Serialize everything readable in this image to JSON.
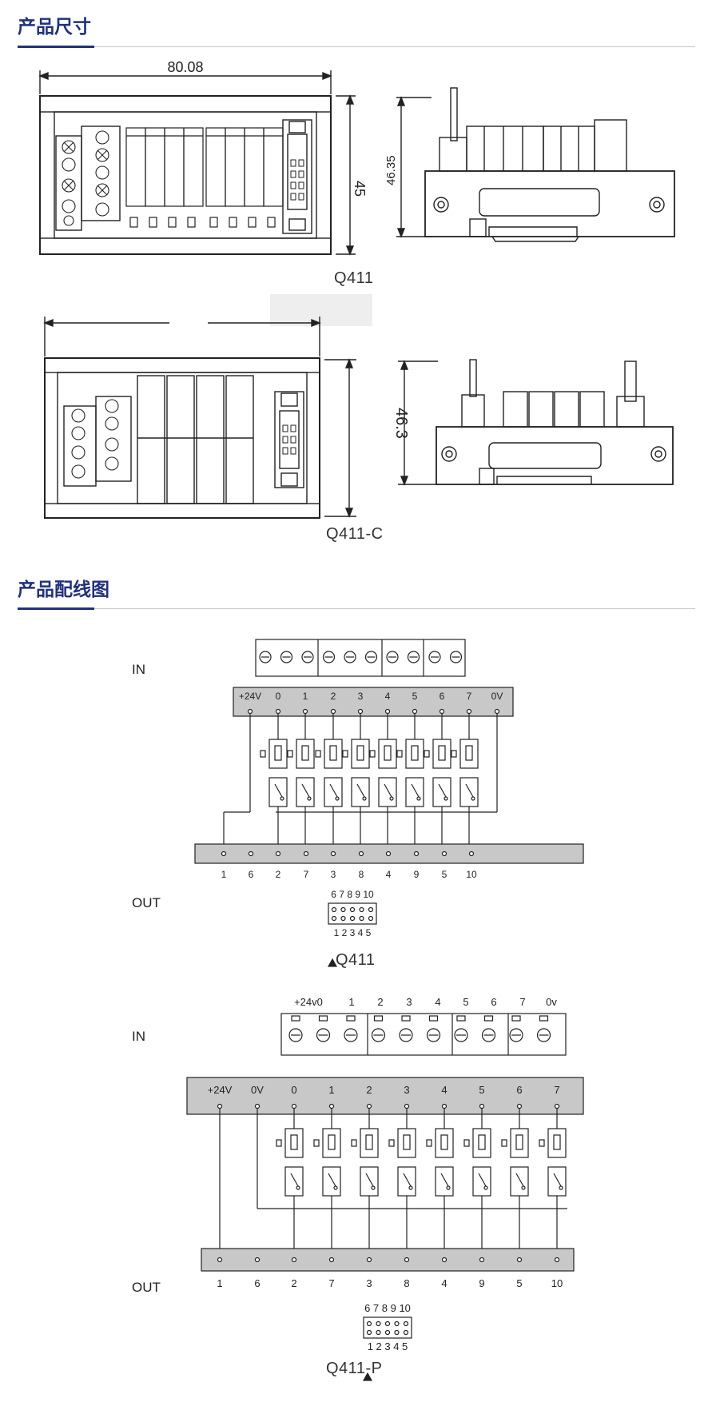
{
  "sections": {
    "dimensions_title": "产品尺寸",
    "wiring_title": "产品配线图"
  },
  "q411": {
    "width_dim": "80.08",
    "height_dim": "45",
    "side_height_dim": "46.35",
    "caption": "Q411"
  },
  "q411c": {
    "side_height_dim": "46.3",
    "caption": "Q411-C"
  },
  "wiring1": {
    "in_label": "IN",
    "out_label": "OUT",
    "top_terminals": [
      "+24V",
      "0",
      "1",
      "2",
      "3",
      "4",
      "5",
      "6",
      "7",
      "0V"
    ],
    "bottom_terminals": [
      "1",
      "6",
      "2",
      "7",
      "3",
      "8",
      "4",
      "9",
      "5",
      "10"
    ],
    "connector_top": "6 7 8 9 10",
    "connector_bottom": "1 2 3 4 5",
    "caption": "Q411"
  },
  "wiring2": {
    "in_label": "IN",
    "out_label": "OUT",
    "in_terminals": [
      "+24v0",
      "1",
      "2",
      "3",
      "4",
      "5",
      "6",
      "7",
      "0v"
    ],
    "top_terminals": [
      "+24V",
      "0V",
      "0",
      "1",
      "2",
      "3",
      "4",
      "5",
      "6",
      "7"
    ],
    "bottom_terminals": [
      "1",
      "6",
      "2",
      "7",
      "3",
      "8",
      "4",
      "9",
      "5",
      "10"
    ],
    "connector_top": "6 7 8 9 10",
    "connector_bottom": "1 2 3 4 5",
    "caption": "Q411-P"
  },
  "colors": {
    "accent": "#22317a",
    "rule": "#c8c8c8",
    "panel": "#c8c8c8",
    "line": "#222222"
  }
}
